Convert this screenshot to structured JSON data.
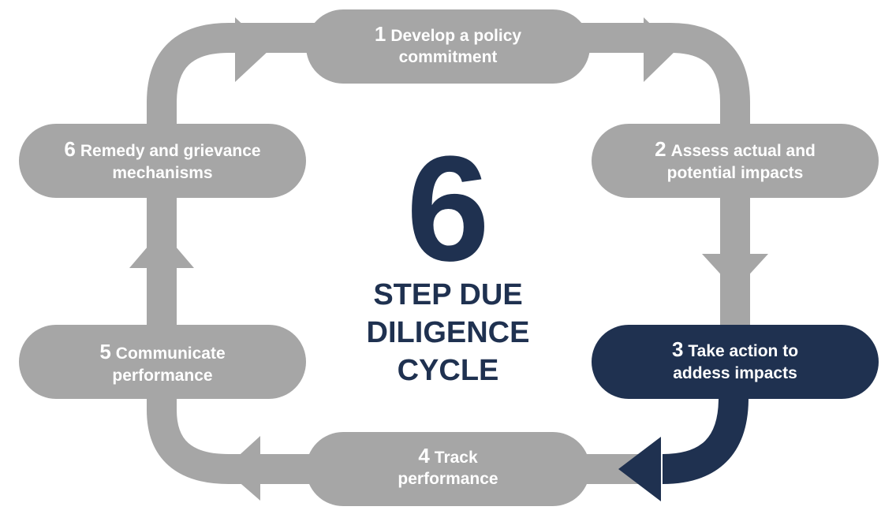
{
  "colors": {
    "gray": "#a6a6a6",
    "navy": "#1f3150",
    "white": "#ffffff"
  },
  "center": {
    "number": "6",
    "title_lines": [
      "STEP DUE",
      "DILIGENCE",
      "CYCLE"
    ]
  },
  "steps": [
    {
      "number": "1",
      "line1": "Develop a policy",
      "line2": "commitment",
      "highlighted": false
    },
    {
      "number": "2",
      "line1": "Assess actual and",
      "line2": "potential impacts",
      "highlighted": false
    },
    {
      "number": "3",
      "line1": "Take action to",
      "line2": "addess impacts",
      "highlighted": true
    },
    {
      "number": "4",
      "line1": "Track",
      "line2": "performance",
      "highlighted": false
    },
    {
      "number": "5",
      "line1": "Communicate",
      "line2": "performance",
      "highlighted": false
    },
    {
      "number": "6",
      "line1": "Remedy and grievance",
      "line2": "mechanisms",
      "highlighted": false
    }
  ]
}
